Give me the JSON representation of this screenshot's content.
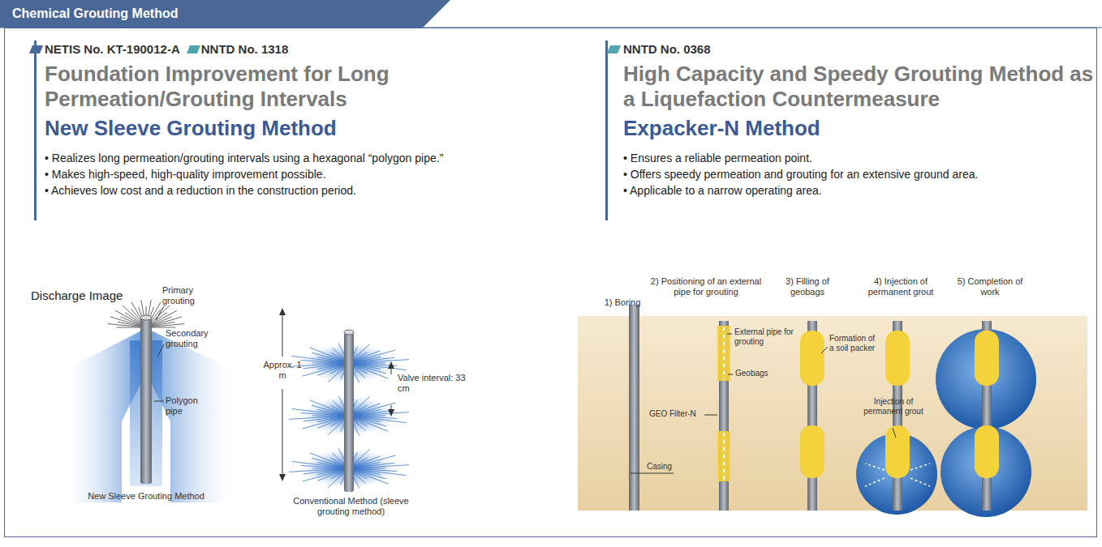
{
  "diagram": {
    "title": "Chemical Grouting Method",
    "labels": [
      "NETIS No. KT-190012-A",
      "NNTD No. 1318",
      "Foundation Improvement for Long Permeation/Grouting Intervals",
      "New Sleeve Grouting Method",
      "• Realizes long permeation/grouting intervals using a hexagonal “polygon pipe.”",
      "• Makes high-speed, high-quality improvement possible.",
      "• Achieves low cost and a reduction in the construction period.",
      "Discharge Image",
      "Primary grouting",
      "Secondary grouting",
      "Polygon pipe",
      "New Sleeve Grouting Method",
      "Approx. 1 m",
      "Valve interval: 33 cm",
      "Conventional Method (sleeve grouting method)",
      "NNTD No. 0368",
      "High Capacity and Speedy Grouting Method as a Liquefaction Countermeasure",
      "Expacker-N Method",
      "• Ensures a reliable permeation point.",
      "• Offers speedy permeation and grouting for an extensive ground area.",
      "• Applicable to a narrow operating area.",
      "1) Boring",
      "2) Positioning of an external pipe for grouting",
      "3) Filling of geobags",
      "4) Injection of permanent grout",
      "5) Completion of work",
      "External pipe for grouting",
      "Geobags",
      "GEO Filter-N",
      "Casing",
      "Formation of a soil packer",
      "Injection of permanent grout"
    ]
  }
}
